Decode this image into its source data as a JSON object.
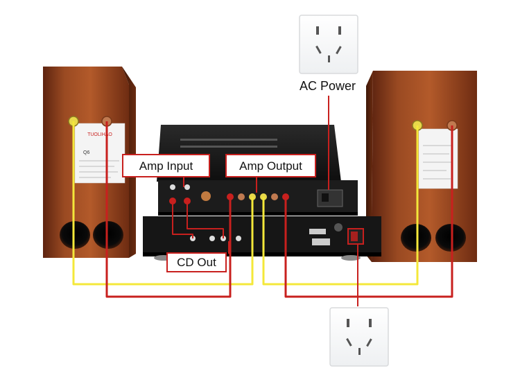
{
  "labels": {
    "amp_input": "Amp Input",
    "amp_output": "Amp Output",
    "cd_out": "CD Out",
    "ac_power": "AC Power"
  },
  "speaker_brand": "TUOLIHAO",
  "speaker_model": "Q6",
  "colors": {
    "signal_wire": "#f4e83a",
    "power_wire": "#c8201e",
    "label_border": "#c8201e",
    "wood": "#8a3a1a",
    "device": "#1a1a1a"
  }
}
